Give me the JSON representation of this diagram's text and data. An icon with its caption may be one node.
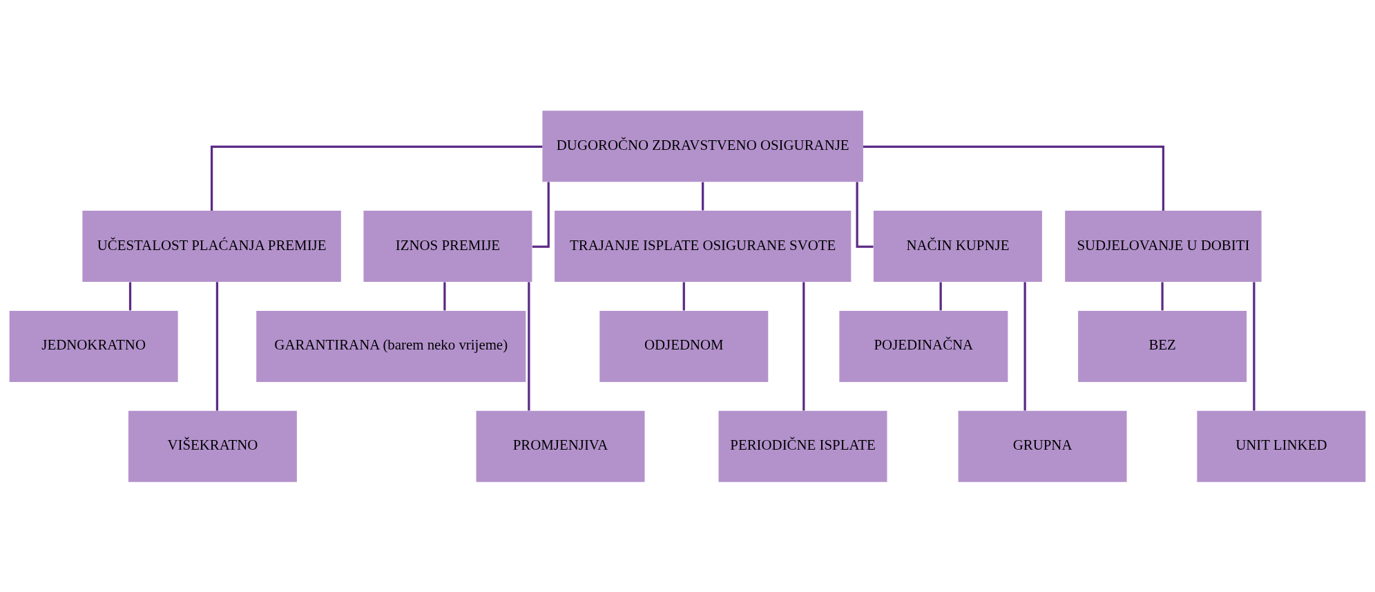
{
  "diagram": {
    "nodes": [
      {
        "text": [
          "DUGOROČNO ZDRAVSTVENO OSIGURANJE"
        ]
      },
      {
        "text": [
          "UČESTALOST PLAĆANJA PREMIJE"
        ]
      },
      {
        "text": [
          "IZNOS PREMIJE"
        ]
      },
      {
        "text": [
          "TRAJANJE ISPLATE OSIGURANE SVOTE"
        ]
      },
      {
        "text": [
          "NAČIN KUPNJE"
        ]
      },
      {
        "text": [
          "SUDJELOVANJE U DOBITI"
        ]
      },
      {
        "text": [
          "JEDNOKRATNO"
        ]
      },
      {
        "text": [
          "GARANTIRANA (barem neko vrijeme)"
        ]
      },
      {
        "text": [
          "ODJEDNOM"
        ]
      },
      {
        "text": [
          "POJEDINAČNA"
        ]
      },
      {
        "text": [
          "BEZ"
        ]
      },
      {
        "text": [
          "VIŠEKRATNO"
        ]
      },
      {
        "text": [
          "PROMJENJIVA"
        ]
      },
      {
        "text": [
          "PERIODIČNE ISPLATE"
        ]
      },
      {
        "text": [
          "GRUPNA"
        ]
      },
      {
        "text": [
          "UNIT LINKED"
        ]
      }
    ],
    "edges": [
      {
        "from": 0,
        "to": 1,
        "arrow": "none"
      },
      {
        "from": 0,
        "to": 2,
        "arrow": "none"
      },
      {
        "from": 0,
        "to": 3,
        "arrow": "none"
      },
      {
        "from": 0,
        "to": 4,
        "arrow": "none"
      },
      {
        "from": 0,
        "to": 5,
        "arrow": "none"
      },
      {
        "from": 1,
        "to": 6,
        "arrow": "none"
      },
      {
        "from": 1,
        "to": 11,
        "arrow": "none"
      },
      {
        "from": 2,
        "to": 7,
        "arrow": "none"
      },
      {
        "from": 2,
        "to": 12,
        "arrow": "none"
      },
      {
        "from": 3,
        "to": 8,
        "arrow": "none"
      },
      {
        "from": 3,
        "to": 13,
        "arrow": "none"
      },
      {
        "from": 4,
        "to": 9,
        "arrow": "none"
      },
      {
        "from": 4,
        "to": 14,
        "arrow": "none"
      },
      {
        "from": 5,
        "to": 10,
        "arrow": "none"
      },
      {
        "from": 5,
        "to": 15,
        "arrow": "none"
      }
    ]
  }
}
